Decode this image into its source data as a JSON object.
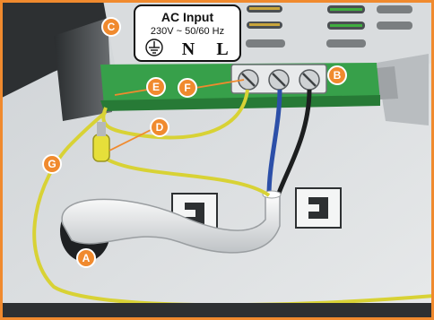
{
  "label_panel": {
    "title": "AC Input",
    "spec": "230V ~ 50/60 Hz",
    "terminals": [
      "N",
      "L"
    ],
    "ground_symbol": "earth-ground-icon"
  },
  "callouts": [
    "A",
    "B",
    "C",
    "D",
    "E",
    "F",
    "G"
  ],
  "colors": {
    "callout": "#f08a2e",
    "border": "#f08a2e",
    "pcb": "#37a04a",
    "earth_wire": "#d8d235",
    "neutral_wire": "#2c4fa8"
  }
}
